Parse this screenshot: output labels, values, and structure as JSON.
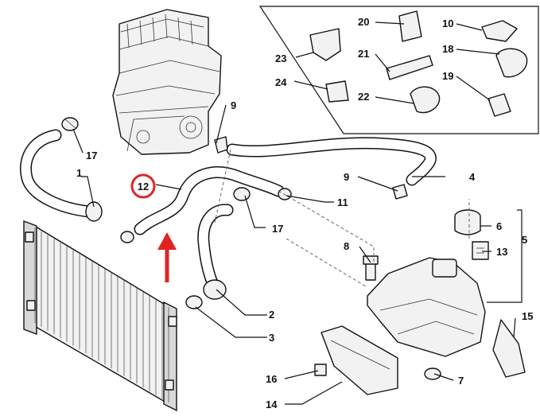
{
  "diagram": {
    "callouts": [
      {
        "id": "c1",
        "label": "1"
      },
      {
        "id": "c2",
        "label": "2"
      },
      {
        "id": "c3",
        "label": "3"
      },
      {
        "id": "c4",
        "label": "4"
      },
      {
        "id": "c5",
        "label": "5"
      },
      {
        "id": "c6",
        "label": "6"
      },
      {
        "id": "c7",
        "label": "7"
      },
      {
        "id": "c8",
        "label": "8"
      },
      {
        "id": "c9a",
        "label": "9"
      },
      {
        "id": "c9b",
        "label": "9"
      },
      {
        "id": "c10",
        "label": "10"
      },
      {
        "id": "c11",
        "label": "11"
      },
      {
        "id": "c12",
        "label": "12"
      },
      {
        "id": "c13",
        "label": "13"
      },
      {
        "id": "c14",
        "label": "14"
      },
      {
        "id": "c15",
        "label": "15"
      },
      {
        "id": "c16",
        "label": "16"
      },
      {
        "id": "c17a",
        "label": "17"
      },
      {
        "id": "c17b",
        "label": "17"
      },
      {
        "id": "c18",
        "label": "18"
      },
      {
        "id": "c19",
        "label": "19"
      },
      {
        "id": "c20",
        "label": "20"
      },
      {
        "id": "c21",
        "label": "21"
      },
      {
        "id": "c22",
        "label": "22"
      },
      {
        "id": "c23",
        "label": "23"
      },
      {
        "id": "c24",
        "label": "24"
      }
    ],
    "highlight_color": "#e02424",
    "line_color": "#111111"
  }
}
